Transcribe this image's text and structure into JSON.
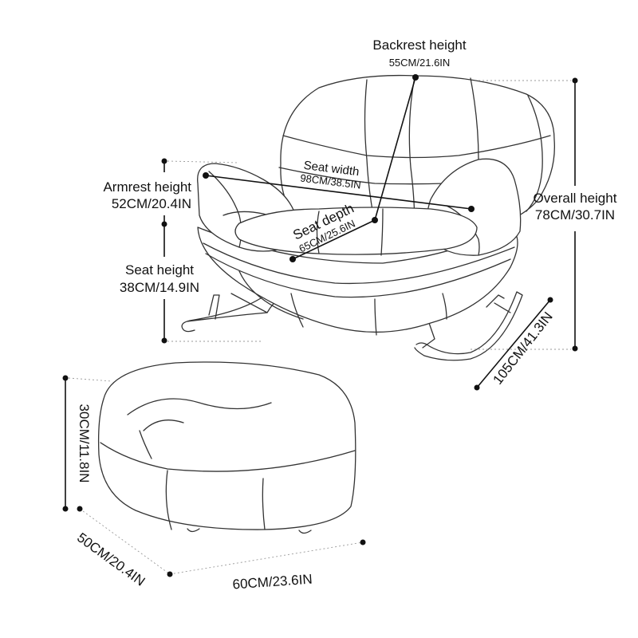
{
  "labels": {
    "backrest_title": "Backrest height",
    "backrest_value": "55CM/21.6IN",
    "seat_width_title": "Seat width",
    "seat_width_value": "98CM/38.5IN",
    "armrest_title": "Armrest height",
    "armrest_value": "52CM/20.4IN",
    "seat_depth_title": "Seat depth",
    "seat_depth_value": "65CM/25.6IN",
    "overall_title": "Overall height",
    "overall_value": "78CM/30.7IN",
    "seat_height_title": "Seat height",
    "seat_height_value": "38CM/14.9IN",
    "rocker_length": "105CM/41.3IN",
    "ottoman_height": "30CM/11.8IN",
    "ottoman_depth": "50CM/20.4IN",
    "ottoman_width": "60CM/23.6IN"
  },
  "colors": {
    "line": "#333333",
    "dimension": "#111111",
    "background": "#ffffff"
  }
}
